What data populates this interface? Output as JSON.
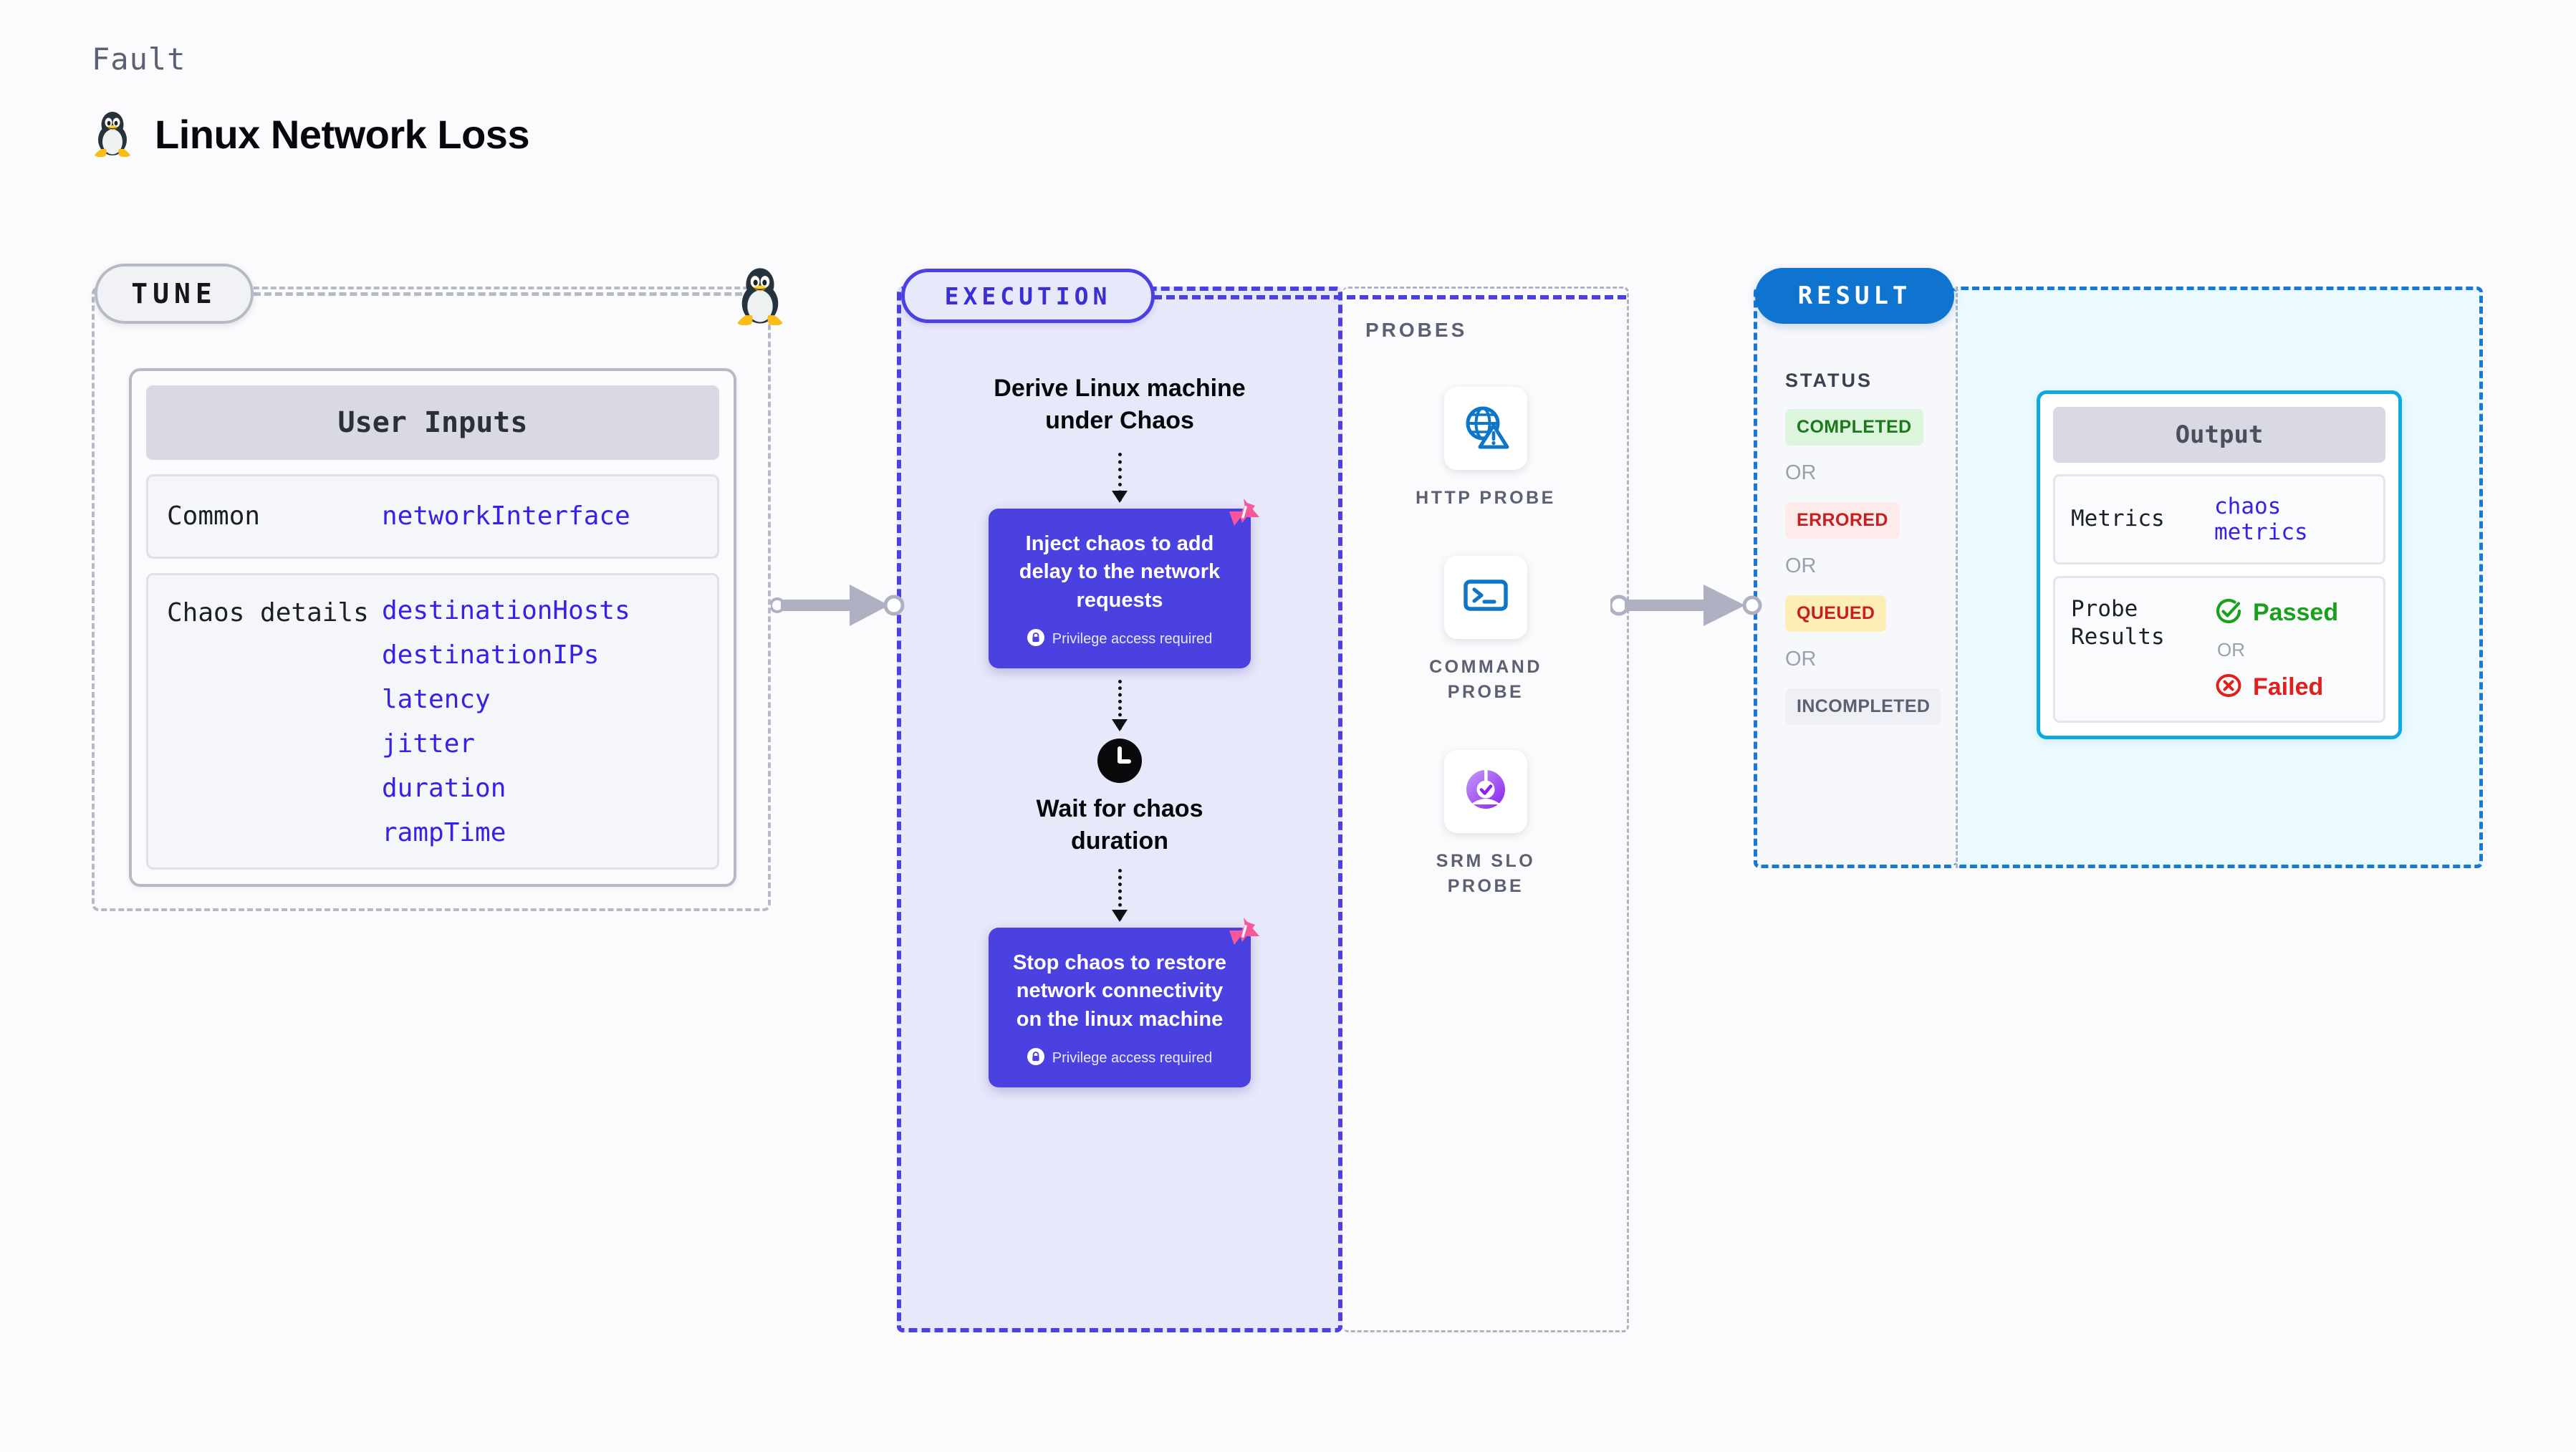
{
  "header": {
    "eyebrow": "Fault",
    "title": "Linux Network Loss",
    "icon": "tux-penguin-icon"
  },
  "tune": {
    "badge": "TUNE",
    "corner_icon": "tux-penguin-icon",
    "card": {
      "header": "User Inputs",
      "rows": [
        {
          "label": "Common",
          "values": [
            "networkInterface"
          ]
        },
        {
          "label": "Chaos details",
          "values": [
            "destinationHosts",
            "destinationIPs",
            "latency",
            "jitter",
            "duration",
            "rampTime"
          ]
        }
      ]
    }
  },
  "execution": {
    "badge": "EXECUTION",
    "steps": [
      {
        "type": "text",
        "label": "Derive Linux machine under Chaos"
      },
      {
        "type": "chaos-box",
        "label": "Inject chaos to add delay to the network requests",
        "privilege": "Privilege access required",
        "badge_icon": "litmus-chaos-icon",
        "lock_icon": "lock-icon"
      },
      {
        "type": "wait",
        "icon": "clock-icon",
        "label": "Wait for chaos duration"
      },
      {
        "type": "chaos-box",
        "label": "Stop chaos to restore network connectivity on the linux machine",
        "privilege": "Privilege access required",
        "badge_icon": "litmus-chaos-icon",
        "lock_icon": "lock-icon"
      }
    ]
  },
  "probes": {
    "title": "PROBES",
    "items": [
      {
        "label": "HTTP PROBE",
        "icon": "globe-warning-icon"
      },
      {
        "label": "COMMAND PROBE",
        "icon": "terminal-icon"
      },
      {
        "label": "SRM SLO PROBE",
        "icon": "slo-donut-check-icon"
      }
    ]
  },
  "result": {
    "badge": "RESULT",
    "status_title": "STATUS",
    "or_label": "OR",
    "statuses": [
      {
        "label": "COMPLETED",
        "bg": "#dcf5dc",
        "fg": "#1a7a1a"
      },
      {
        "label": "ERRORED",
        "bg": "#fdeaea",
        "fg": "#c51f1f"
      },
      {
        "label": "QUEUED",
        "bg": "#fdeeb8",
        "fg": "#c51f1f"
      },
      {
        "label": "INCOMPLETED",
        "bg": "#eef0f5",
        "fg": "#5b6172"
      }
    ],
    "output": {
      "header": "Output",
      "metrics_label": "Metrics",
      "metrics_value": "chaos metrics",
      "probe_results_label": "Probe Results",
      "or_label": "OR",
      "passed": {
        "label": "Passed",
        "icon": "check-circle-icon",
        "color": "#1aa01a"
      },
      "failed": {
        "label": "Failed",
        "icon": "x-circle-icon",
        "color": "#e0201c"
      }
    }
  },
  "colors": {
    "accent_indigo": "#4b40e0",
    "accent_blue": "#0e74d0",
    "accent_cyan": "#0fa8e0",
    "pink": "#f8589a",
    "value_blue": "#3621e8",
    "muted": "#b6bac6"
  }
}
